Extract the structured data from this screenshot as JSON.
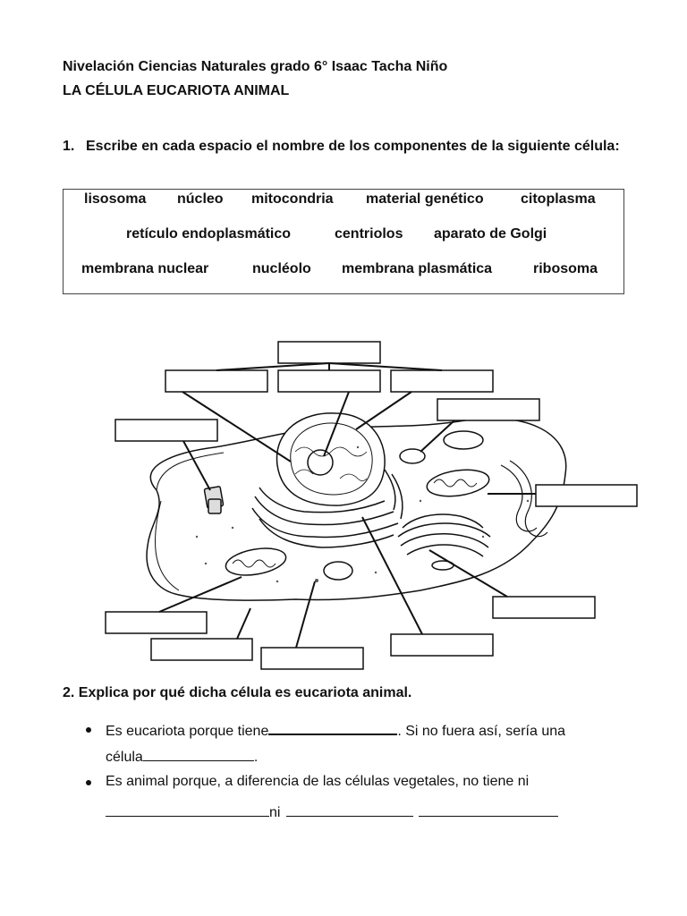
{
  "header": {
    "line1": "Nivelación  Ciencias Naturales grado  6° Isaac Tacha Niño",
    "line2": "LA CÉLULA EUCARIOTA ANIMAL"
  },
  "question1": {
    "number": "1.",
    "text": "Escribe en cada espacio el  nombre de  los componentes de la siguiente célula:"
  },
  "word_bank": {
    "row1": [
      "lisosoma",
      "núcleo",
      "mitocondria",
      "material genético",
      "citoplasma"
    ],
    "row2": [
      "retículo endoplasmático",
      "centriolos",
      "aparato de Golgi"
    ],
    "row3": [
      "membrana nuclear",
      "nucléolo",
      "membrana plasmática",
      "ribosoma"
    ]
  },
  "question2": {
    "title": "2. Explica por qué dicha célula es eucariota animal.",
    "bullet1_a": "Es eucariota porque tiene",
    "bullet1_b": ". Si no fuera así, sería una",
    "bullet1_c": "célula",
    "bullet1_d": ".",
    "bullet2_a": "Es animal porque, a diferencia de las células vegetales, no tiene ni",
    "bullet2_b": "ni"
  }
}
